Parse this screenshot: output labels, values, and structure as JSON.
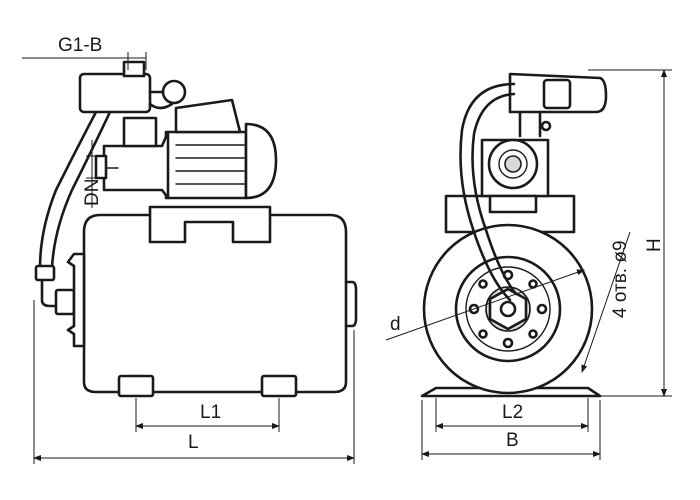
{
  "dimensions": {
    "g1b": "G1-B",
    "dn": "DN",
    "l1": "L1",
    "l": "L",
    "d": "d",
    "l2": "L2",
    "b": "B",
    "h": "H",
    "holes": "4 отв. ø9"
  }
}
